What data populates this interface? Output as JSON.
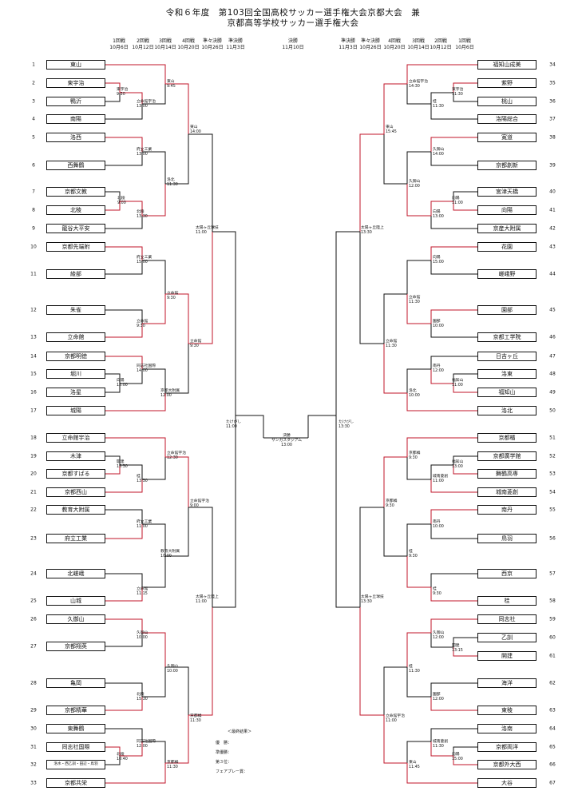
{
  "title": "令和６年度　第103回全国高校サッカー選手権大会京都大会　兼",
  "subtitle": "京都高等学校サッカー選手権大会",
  "rounds_left": [
    {
      "name": "1回戦",
      "date": "10月6日"
    },
    {
      "name": "2回戦",
      "date": "10月12日"
    },
    {
      "name": "3回戦",
      "date": "10月14日"
    },
    {
      "name": "4回戦",
      "date": "10月20日"
    },
    {
      "name": "準々決勝",
      "date": "10月26日"
    },
    {
      "name": "準決勝",
      "date": "11月3日"
    }
  ],
  "final_header": {
    "name": "決勝",
    "date": "11月10日"
  },
  "rounds_right": [
    {
      "name": "準決勝",
      "date": "11月3日"
    },
    {
      "name": "準々決勝",
      "date": "10月26日"
    },
    {
      "name": "4回戦",
      "date": "10月20日"
    },
    {
      "name": "3回戦",
      "date": "10月14日"
    },
    {
      "name": "2回戦",
      "date": "10月12日"
    },
    {
      "name": "1回戦",
      "date": "10月6日"
    }
  ],
  "left_teams": [
    {
      "no": "1",
      "name": "東山"
    },
    {
      "no": "2",
      "name": "東宇治"
    },
    {
      "no": "3",
      "name": "鴨沂"
    },
    {
      "no": "4",
      "name": "南陽"
    },
    {
      "no": "5",
      "name": "洛西"
    },
    {
      "no": "6",
      "name": "西舞鶴"
    },
    {
      "no": "7",
      "name": "京都文教"
    },
    {
      "no": "8",
      "name": "北稜"
    },
    {
      "no": "9",
      "name": "龍谷大平安"
    },
    {
      "no": "10",
      "name": "京都先端附"
    },
    {
      "no": "11",
      "name": "綾部"
    },
    {
      "no": "12",
      "name": "朱雀"
    },
    {
      "no": "13",
      "name": "立命館"
    },
    {
      "no": "14",
      "name": "京都明徳"
    },
    {
      "no": "15",
      "name": "堀川"
    },
    {
      "no": "16",
      "name": "洛星"
    },
    {
      "no": "17",
      "name": "城陽"
    },
    {
      "no": "18",
      "name": "立命館宇治"
    },
    {
      "no": "19",
      "name": "木津"
    },
    {
      "no": "20",
      "name": "京都すばる"
    },
    {
      "no": "21",
      "name": "京都西山"
    },
    {
      "no": "22",
      "name": "教育大附属"
    },
    {
      "no": "23",
      "name": "府立工業"
    },
    {
      "no": "24",
      "name": "北嵯峨"
    },
    {
      "no": "25",
      "name": "山城"
    },
    {
      "no": "26",
      "name": "久御山"
    },
    {
      "no": "27",
      "name": "京都翔英"
    },
    {
      "no": "28",
      "name": "亀岡"
    },
    {
      "no": "29",
      "name": "京都精華"
    },
    {
      "no": "30",
      "name": "東舞鶴"
    },
    {
      "no": "31",
      "name": "同志社国際"
    },
    {
      "no": "32",
      "name": "洛水・西乙訓・田辺・鳥羽"
    },
    {
      "no": "33",
      "name": "京都共栄"
    }
  ],
  "right_teams": [
    {
      "no": "34",
      "name": "福知山成美"
    },
    {
      "no": "35",
      "name": "紫野"
    },
    {
      "no": "36",
      "name": "桃山"
    },
    {
      "no": "37",
      "name": "洛陽総合"
    },
    {
      "no": "38",
      "name": "寛道"
    },
    {
      "no": "39",
      "name": "京都創新"
    },
    {
      "no": "40",
      "name": "宮津天橋"
    },
    {
      "no": "41",
      "name": "向陽"
    },
    {
      "no": "42",
      "name": "京産大附属"
    },
    {
      "no": "43",
      "name": "花園"
    },
    {
      "no": "44",
      "name": "嵯峨野"
    },
    {
      "no": "45",
      "name": "園部"
    },
    {
      "no": "46",
      "name": "京都工学院"
    },
    {
      "no": "47",
      "name": "日吉ヶ丘"
    },
    {
      "no": "48",
      "name": "洛東"
    },
    {
      "no": "49",
      "name": "福知山"
    },
    {
      "no": "50",
      "name": "洛北"
    },
    {
      "no": "51",
      "name": "京都橘"
    },
    {
      "no": "52",
      "name": "京都廣学館"
    },
    {
      "no": "53",
      "name": "舞鶴高専"
    },
    {
      "no": "54",
      "name": "城南菱創"
    },
    {
      "no": "55",
      "name": "南丹"
    },
    {
      "no": "56",
      "name": "鳥羽"
    },
    {
      "no": "57",
      "name": "西京"
    },
    {
      "no": "58",
      "name": "桂"
    },
    {
      "no": "59",
      "name": "同志社"
    },
    {
      "no": "60",
      "name": "乙訓"
    },
    {
      "no": "61",
      "name": "開建"
    },
    {
      "no": "62",
      "name": "海洋"
    },
    {
      "no": "63",
      "name": "東稜"
    },
    {
      "no": "64",
      "name": "洛南"
    },
    {
      "no": "65",
      "name": "京都両洋"
    },
    {
      "no": "66",
      "name": "京都外大西"
    },
    {
      "no": "67",
      "name": "大谷"
    }
  ],
  "annotations": [
    {
      "id": "a1",
      "lines": [
        "東宇治",
        "9:30"
      ]
    },
    {
      "id": "a2",
      "lines": [
        "立命館宇治",
        "13:00"
      ]
    },
    {
      "id": "a3",
      "lines": [
        "東山",
        "9:45"
      ]
    },
    {
      "id": "a4",
      "lines": [
        "東山",
        "14:00"
      ]
    },
    {
      "id": "a5",
      "lines": [
        "府立工業",
        "13:00"
      ]
    },
    {
      "id": "a6",
      "lines": [
        "北稜",
        "9:00"
      ]
    },
    {
      "id": "a7",
      "lines": [
        "北稜",
        "13:30"
      ]
    },
    {
      "id": "a8",
      "lines": [
        "洛北",
        "11:30"
      ]
    },
    {
      "id": "a9",
      "lines": [
        "太陽ヶ丘球技",
        "11:00"
      ]
    },
    {
      "id": "a10",
      "lines": [
        "府立工業",
        "15:00"
      ]
    },
    {
      "id": "a11",
      "lines": [
        "立命館",
        "9:30"
      ]
    },
    {
      "id": "a12",
      "lines": [
        "立命館",
        "9:30"
      ]
    },
    {
      "id": "a13",
      "lines": [
        "立命館",
        "9:30"
      ]
    },
    {
      "id": "a14",
      "lines": [
        "同志社国際",
        "14:00"
      ]
    },
    {
      "id": "a15",
      "lines": [
        "向陽",
        "12:00"
      ]
    },
    {
      "id": "a16",
      "lines": [
        "京都大附属",
        "12:00"
      ]
    },
    {
      "id": "a17",
      "lines": [
        "たけびし",
        "11:00"
      ]
    },
    {
      "id": "a18",
      "lines": [
        "立命館宇治",
        "12:30"
      ]
    },
    {
      "id": "a19",
      "lines": [
        "開建",
        "15:30"
      ]
    },
    {
      "id": "a20",
      "lines": [
        "桂",
        "13:30"
      ]
    },
    {
      "id": "a21",
      "lines": [
        "立命館宇治",
        "9:00"
      ]
    },
    {
      "id": "a22",
      "lines": [
        "府立工業",
        "11:00"
      ]
    },
    {
      "id": "a23",
      "lines": [
        "教育大附属",
        "10:00"
      ]
    },
    {
      "id": "a24",
      "lines": [
        "立命館",
        "11:15"
      ]
    },
    {
      "id": "a25",
      "lines": [
        "太陽ヶ丘陸上",
        "11:00"
      ]
    },
    {
      "id": "a26",
      "lines": [
        "久御山",
        "10:00"
      ]
    },
    {
      "id": "a27",
      "lines": [
        "久御山",
        "10:00"
      ]
    },
    {
      "id": "a28",
      "lines": [
        "北稜",
        "15:30"
      ]
    },
    {
      "id": "a29",
      "lines": [
        "京都橘",
        "11:30"
      ]
    },
    {
      "id": "a30",
      "lines": [
        "同志社国際",
        "12:00"
      ]
    },
    {
      "id": "a31",
      "lines": [
        "北稜",
        "10:40"
      ]
    },
    {
      "id": "a32",
      "lines": [
        "京都橘",
        "11:30"
      ]
    },
    {
      "id": "a33",
      "lines": [
        "決勝",
        "サンガスタジアム",
        "13:00"
      ]
    },
    {
      "id": "a34",
      "lines": [
        "立命館宇治",
        "14:30"
      ]
    },
    {
      "id": "a35",
      "lines": [
        "東宇治",
        "11:30"
      ]
    },
    {
      "id": "a36",
      "lines": [
        "桂",
        "11:30"
      ]
    },
    {
      "id": "a37",
      "lines": [
        "東山",
        "15:45"
      ]
    },
    {
      "id": "a38",
      "lines": [
        "久御山",
        "14:00"
      ]
    },
    {
      "id": "a39",
      "lines": [
        "久御山",
        "12:00"
      ]
    },
    {
      "id": "a40",
      "lines": [
        "向陽",
        "11:00"
      ]
    },
    {
      "id": "a41",
      "lines": [
        "向陽",
        "13:00"
      ]
    },
    {
      "id": "a42",
      "lines": [
        "太陽ヶ丘陸上",
        "13:30"
      ]
    },
    {
      "id": "a43",
      "lines": [
        "向陽",
        "15:00"
      ]
    },
    {
      "id": "a44",
      "lines": [
        "立命館",
        "11:30"
      ]
    },
    {
      "id": "a45",
      "lines": [
        "園部",
        "10:00"
      ]
    },
    {
      "id": "a46",
      "lines": [
        "立命館",
        "11:30"
      ]
    },
    {
      "id": "a47",
      "lines": [
        "南丹",
        "12:00"
      ]
    },
    {
      "id": "a48",
      "lines": [
        "福知山",
        "11:00"
      ]
    },
    {
      "id": "a49",
      "lines": [
        "洛北",
        "10:00"
      ]
    },
    {
      "id": "a50",
      "lines": [
        "たけびし",
        "13:30"
      ]
    },
    {
      "id": "a51",
      "lines": [
        "京都橘",
        "9:30"
      ]
    },
    {
      "id": "a52",
      "lines": [
        "福知山",
        "13:00"
      ]
    },
    {
      "id": "a53",
      "lines": [
        "城南菱創",
        "11:00"
      ]
    },
    {
      "id": "a54",
      "lines": [
        "京都橘",
        "9:30"
      ]
    },
    {
      "id": "a55",
      "lines": [
        "南丹",
        "10:00"
      ]
    },
    {
      "id": "a56",
      "lines": [
        "桂",
        "9:30"
      ]
    },
    {
      "id": "a57",
      "lines": [
        "桂",
        "9:30"
      ]
    },
    {
      "id": "a58",
      "lines": [
        "太陽ヶ丘球技",
        "13:30"
      ]
    },
    {
      "id": "a59",
      "lines": [
        "久御山",
        "12:00"
      ]
    },
    {
      "id": "a60",
      "lines": [
        "開建",
        "13:15"
      ]
    },
    {
      "id": "a61",
      "lines": [
        "桂",
        "11:30"
      ]
    },
    {
      "id": "a62",
      "lines": [
        "園部",
        "12:00"
      ]
    },
    {
      "id": "a63",
      "lines": [
        "立命館宇治",
        "11:00"
      ]
    },
    {
      "id": "a64",
      "lines": [
        "城南菱創",
        "11:30"
      ]
    },
    {
      "id": "a65",
      "lines": [
        "向陽",
        "15:00"
      ]
    },
    {
      "id": "a66",
      "lines": [
        "東山",
        "11:45"
      ]
    }
  ],
  "results": {
    "heading": "＜最終結果＞",
    "rows": [
      {
        "label": "優　勝："
      },
      {
        "label": "準優勝："
      },
      {
        "label": "第３位："
      },
      {
        "label": "フェアプレー賞："
      }
    ]
  },
  "colors": {
    "winner_line": "#c0152a",
    "line": "#111111"
  }
}
